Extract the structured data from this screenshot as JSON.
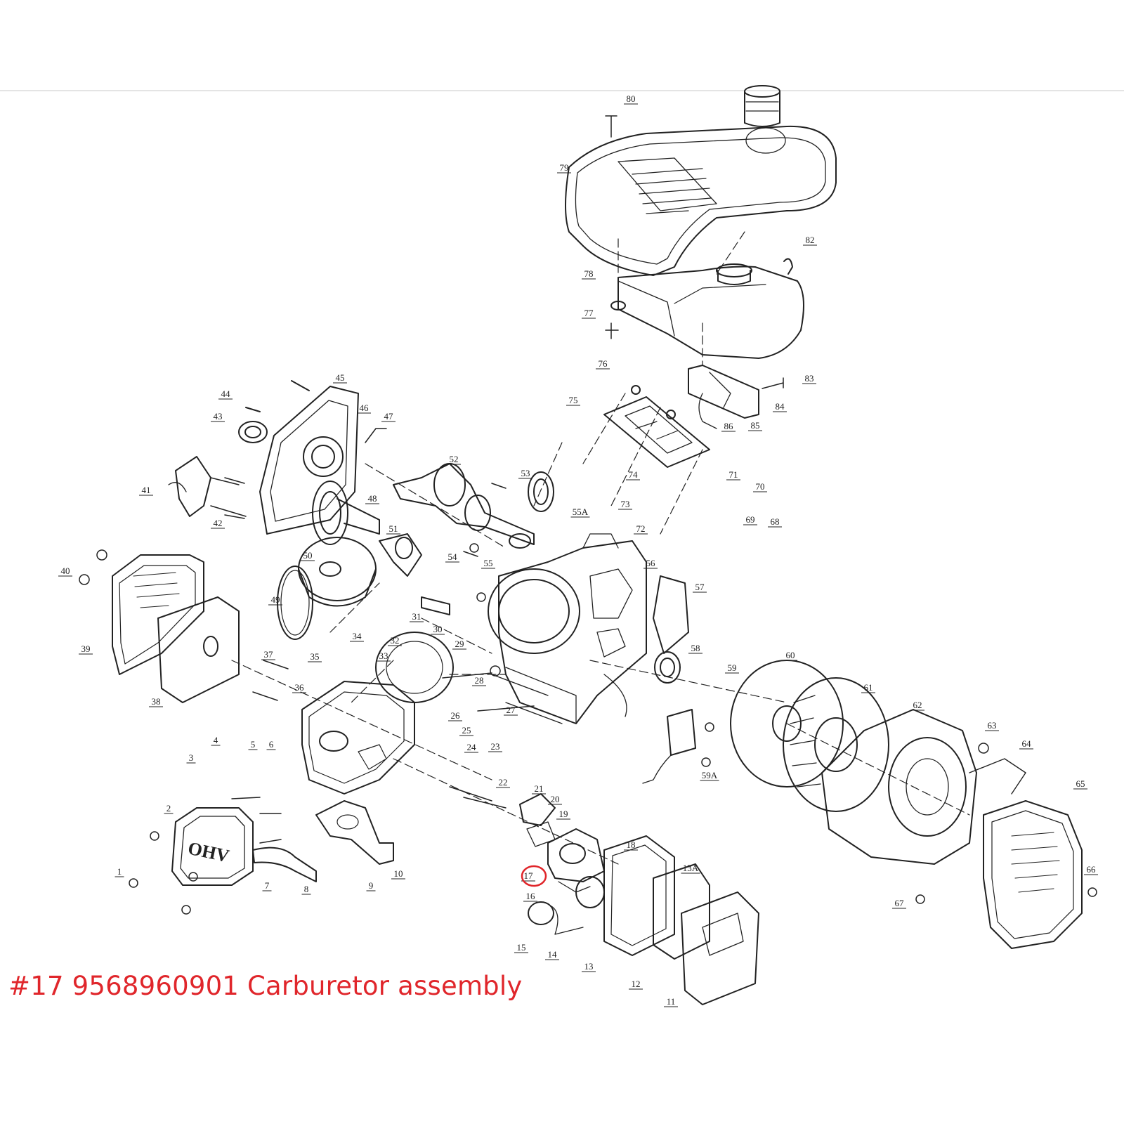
{
  "diagram": {
    "part_callouts": [
      "1",
      "2",
      "3",
      "4",
      "5",
      "6",
      "7",
      "8",
      "9",
      "10",
      "11",
      "12",
      "13",
      "13A",
      "14",
      "15",
      "16",
      "17",
      "18",
      "19",
      "20",
      "21",
      "22",
      "23",
      "24",
      "25",
      "26",
      "27",
      "28",
      "29",
      "30",
      "31",
      "32",
      "33",
      "34",
      "35",
      "36",
      "37",
      "38",
      "39",
      "40",
      "41",
      "42",
      "43",
      "44",
      "45",
      "46",
      "47",
      "48",
      "49",
      "50",
      "51",
      "52",
      "53",
      "54",
      "55",
      "55A",
      "56",
      "57",
      "58",
      "59",
      "59A",
      "60",
      "61",
      "62",
      "63",
      "64",
      "65",
      "66",
      "67",
      "68",
      "69",
      "70",
      "71",
      "72",
      "73",
      "74",
      "75",
      "76",
      "77",
      "78",
      "79",
      "80",
      "82",
      "83",
      "84",
      "85",
      "86"
    ],
    "highlighted_callout": "17",
    "highlight_color": "#e0262b",
    "line_color": "#222222",
    "engine_cover_text": "OHV"
  },
  "caption": {
    "text": "#17 9568960901 Carburetor assembly",
    "color": "#e0262b"
  }
}
